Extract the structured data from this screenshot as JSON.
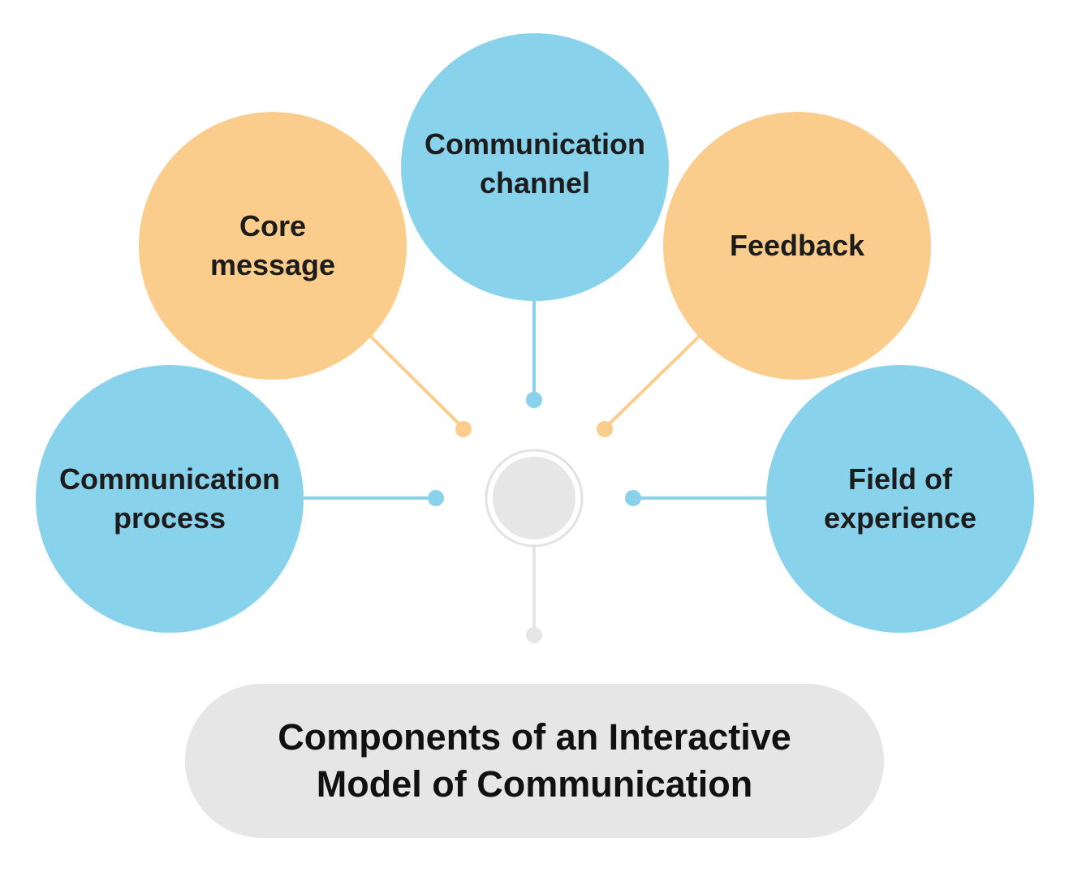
{
  "colors": {
    "blue": "#88d2ec",
    "orange": "#fbcd8c",
    "gray": "#e6e6e6",
    "hub_ring": "#e2e2e2"
  },
  "nodes": {
    "communication_channel": {
      "line1": "Communication",
      "line2": "channel",
      "color": "blue"
    },
    "core_message": {
      "line1": "Core",
      "line2": "message",
      "color": "orange"
    },
    "feedback": {
      "line1": "Feedback",
      "color": "orange"
    },
    "communication_process": {
      "line1": "Communication",
      "line2": "process",
      "color": "blue"
    },
    "field_of_experience": {
      "line1": "Field of",
      "line2": "experience",
      "color": "blue"
    }
  },
  "title": {
    "line1": "Components of an Interactive",
    "line2": "Model of Communication"
  }
}
